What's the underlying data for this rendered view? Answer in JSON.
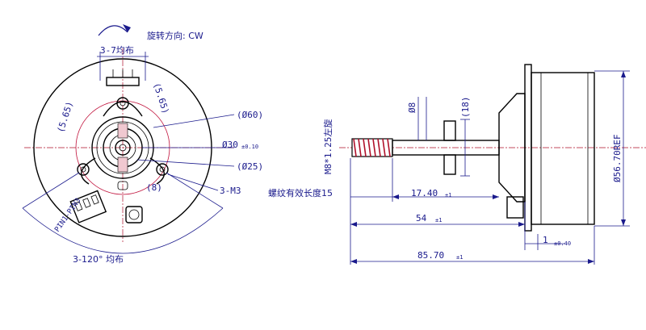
{
  "front_view": {
    "rotation_label": "旋转方向: CW",
    "slots_label": "3-7均布",
    "dim_5_65_left": "(5.65)",
    "dim_5_65_right": "(5.65)",
    "dim_60": "(Ø60)",
    "dim_30": "Ø30",
    "dim_30_tol": "±0.10",
    "dim_25": "(Ø25)",
    "dim_8": "(8)",
    "screw_label": "3-M3",
    "pin_label": "PIN1-PIN3",
    "holes_label": "3-120° 均布"
  },
  "side_view": {
    "dim_8_shaft": "Ø8",
    "dim_18": "(18)",
    "thread_label": "M8*1.25左旋",
    "thread_length_label": "螺纹有效长度15",
    "dim_17_40": "17.40",
    "dim_17_40_tol": "±1",
    "dim_54": "54",
    "dim_54_tol": "±1",
    "dim_85_70": "85.70",
    "dim_85_70_tol": "±1",
    "dim_1": "1",
    "dim_1_tol": "±0.40",
    "dim_56_70": "Ø56.70REF"
  }
}
